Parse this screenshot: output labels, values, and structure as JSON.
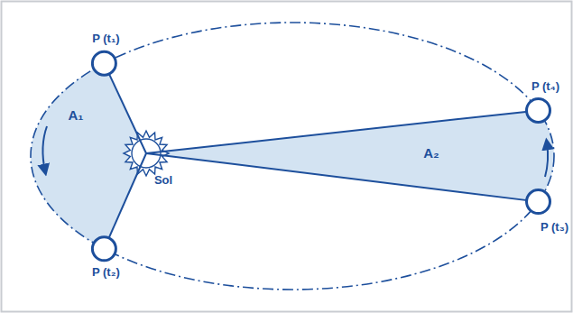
{
  "diagram": {
    "labels": [
      "P (t₁)",
      "A₁",
      "P (t₂)",
      "Sol",
      "P (t₄)",
      "A₂",
      "P (t₃)"
    ]
  }
}
